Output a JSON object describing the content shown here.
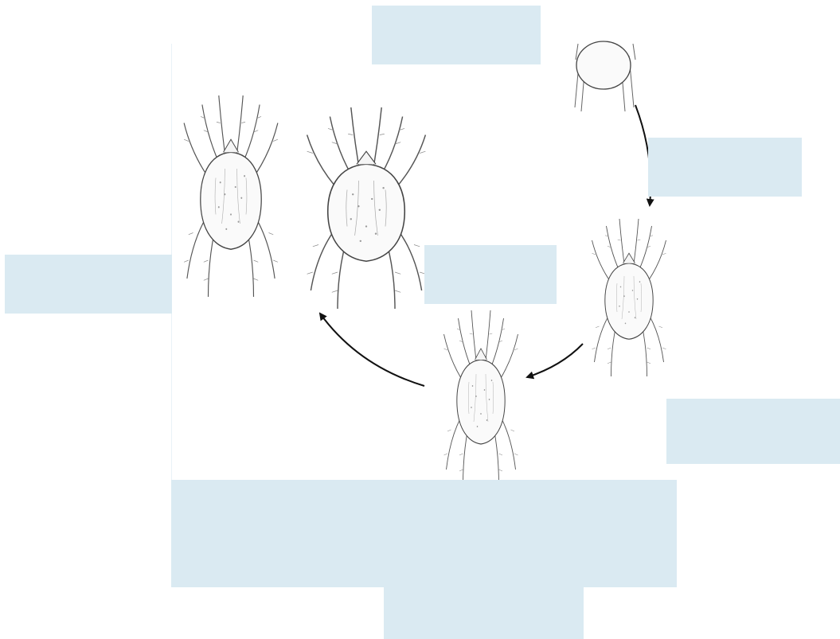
{
  "diagram": {
    "colors": {
      "label_box": "#daeaf2",
      "line_art": "#555555",
      "arrow": "#111111"
    },
    "stages": [
      {
        "id": "stage-egg",
        "depicts": "mite-egg-illustration"
      },
      {
        "id": "stage-larva",
        "depicts": "mite-larva-illustration"
      },
      {
        "id": "stage-nymph",
        "depicts": "mite-nymph-illustration"
      },
      {
        "id": "stage-adult-male",
        "depicts": "mite-adult-illustration"
      },
      {
        "id": "stage-adult-female",
        "depicts": "mite-adult-illustration"
      }
    ],
    "labels": [
      {
        "id": "label-top",
        "text": ""
      },
      {
        "id": "label-right-upper",
        "text": ""
      },
      {
        "id": "label-center",
        "text": ""
      },
      {
        "id": "label-left",
        "text": ""
      },
      {
        "id": "label-right-lower",
        "text": ""
      },
      {
        "id": "label-bottom-wide",
        "text": ""
      },
      {
        "id": "label-bottom-narrow",
        "text": ""
      }
    ]
  }
}
